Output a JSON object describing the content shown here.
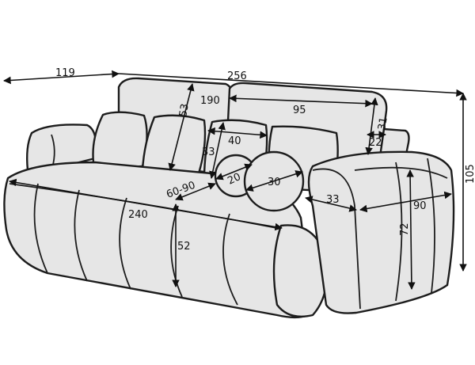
{
  "dimensions": {
    "depth_total": "119",
    "width_total": "256",
    "height_total": "105",
    "backrest_width": "190",
    "backrest_section": "95",
    "backrest_height": "53",
    "back_top_depth": "31",
    "back_lower_depth": "22",
    "pillow_width": "40",
    "pillow_height": "33",
    "small_roll_diameter": "20",
    "large_roll_diameter": "30",
    "seat_depth": "60-90",
    "seat_width": "240",
    "seat_height": "52",
    "armrest_width": "33",
    "armrest_depth": "90",
    "armrest_height": "72"
  }
}
